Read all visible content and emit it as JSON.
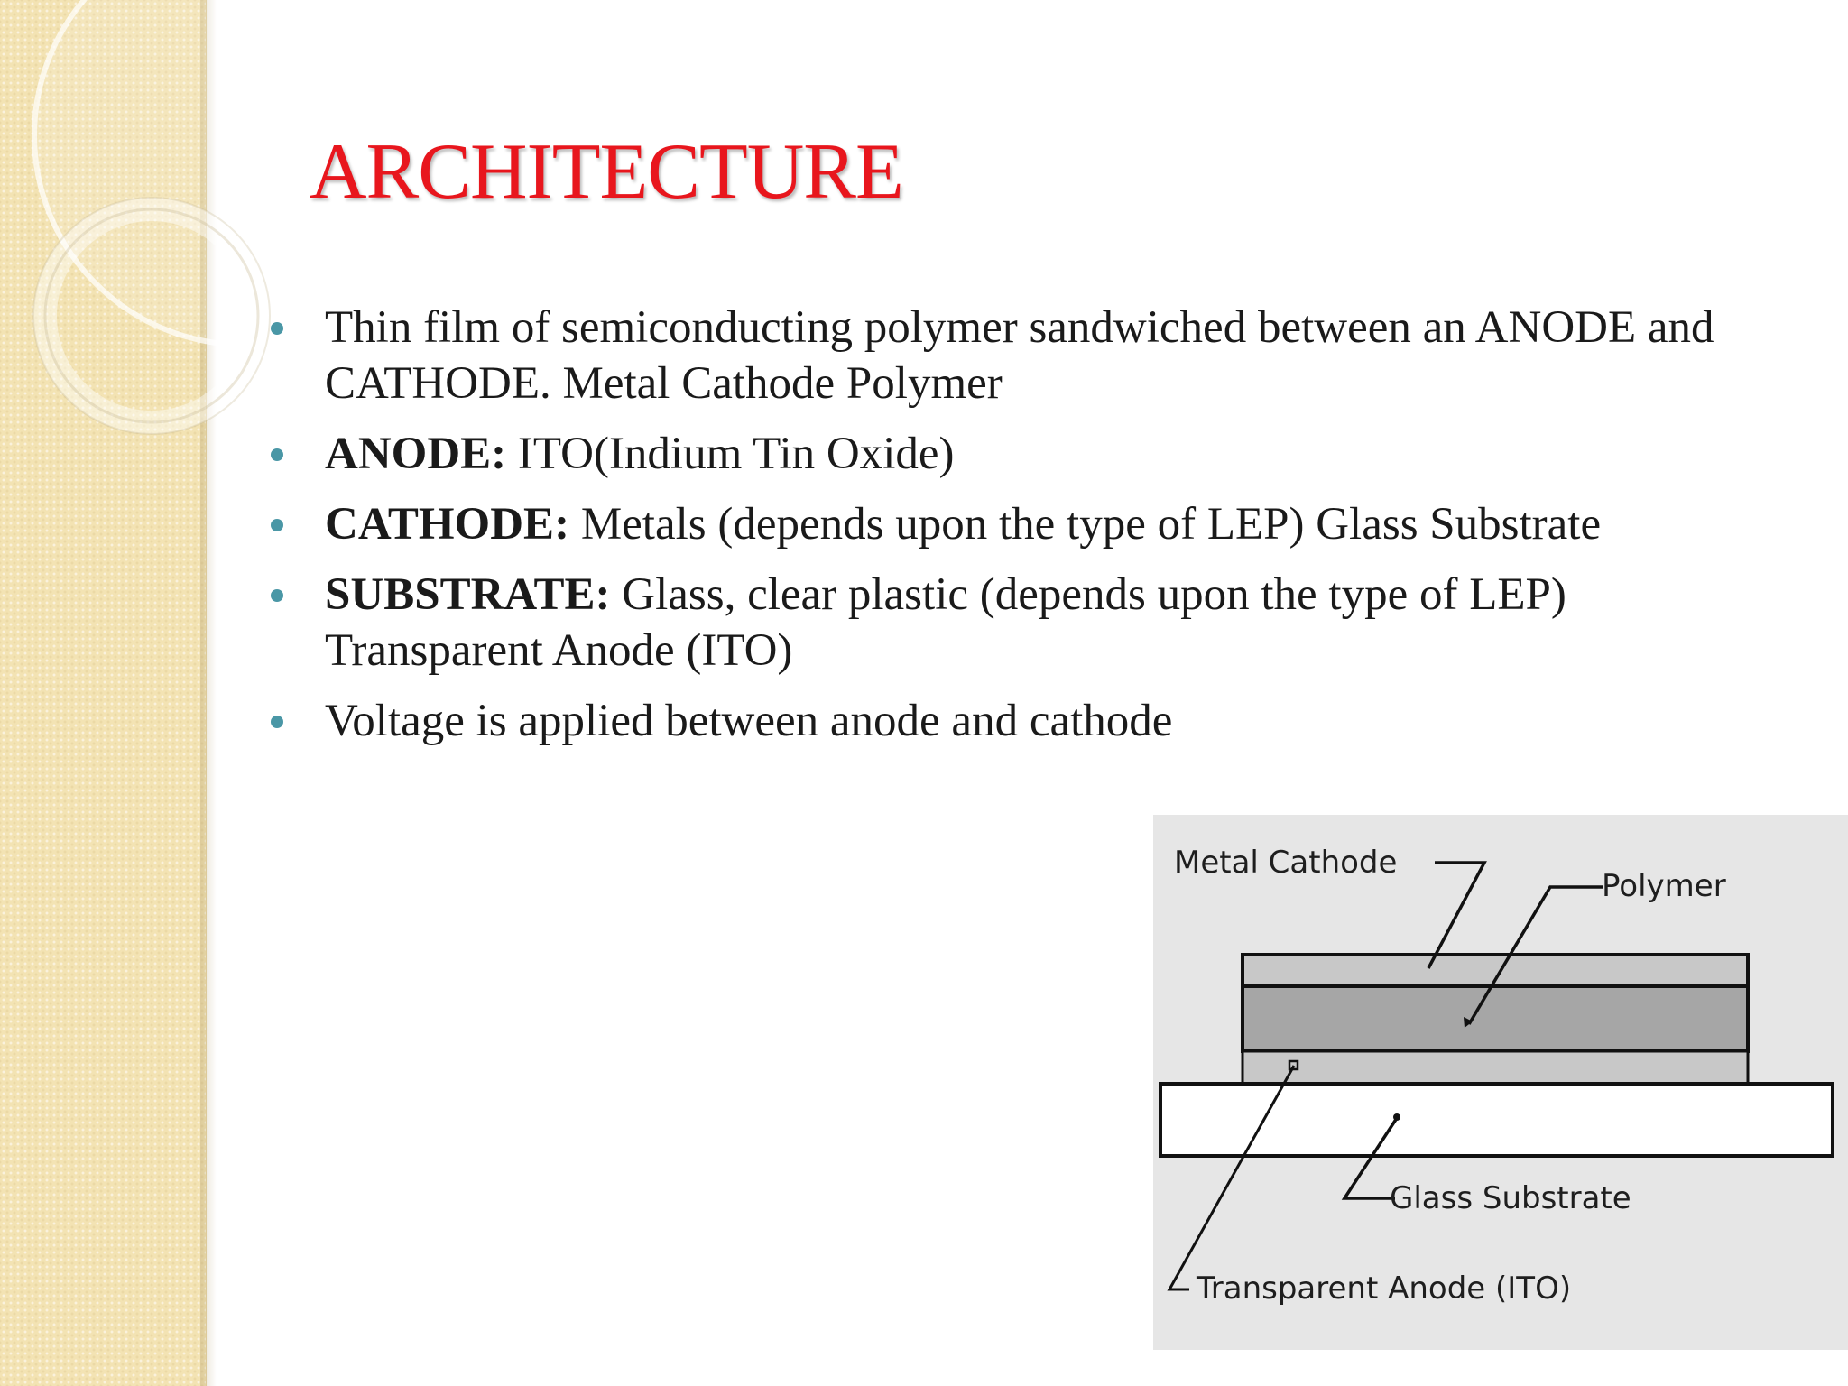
{
  "slide": {
    "title": "ARCHITECTURE",
    "bullets": [
      {
        "label": "",
        "text": "Thin film of semiconducting polymer sandwiched between an ANODE and CATHODE. Metal Cathode Polymer"
      },
      {
        "label": "ANODE:",
        "text": " ITO(Indium Tin Oxide)"
      },
      {
        "label": "CATHODE:",
        "text": " Metals (depends upon the type of LEP) Glass Substrate"
      },
      {
        "label": "SUBSTRATE:",
        "text": " Glass, clear plastic (depends upon the type of LEP) Transparent Anode (ITO)"
      },
      {
        "label": "",
        "text": "Voltage is applied between anode and cathode"
      }
    ]
  },
  "diagram": {
    "labels": {
      "metal_cathode": "Metal Cathode",
      "polymer": "Polymer",
      "glass_substrate": "Glass Substrate",
      "transparent_anode": "Transparent Anode (ITO)"
    }
  },
  "colors": {
    "title": "#e8161d",
    "bullet": "#4a97a6",
    "side_strip": "#f3e3b3",
    "diagram_background": "#e6e6e6",
    "polymer_layer": "#a6a6a6",
    "cathode_layer": "#c8c8c8",
    "anode_layer": "#c8c8c8",
    "substrate": "#ffffff"
  }
}
